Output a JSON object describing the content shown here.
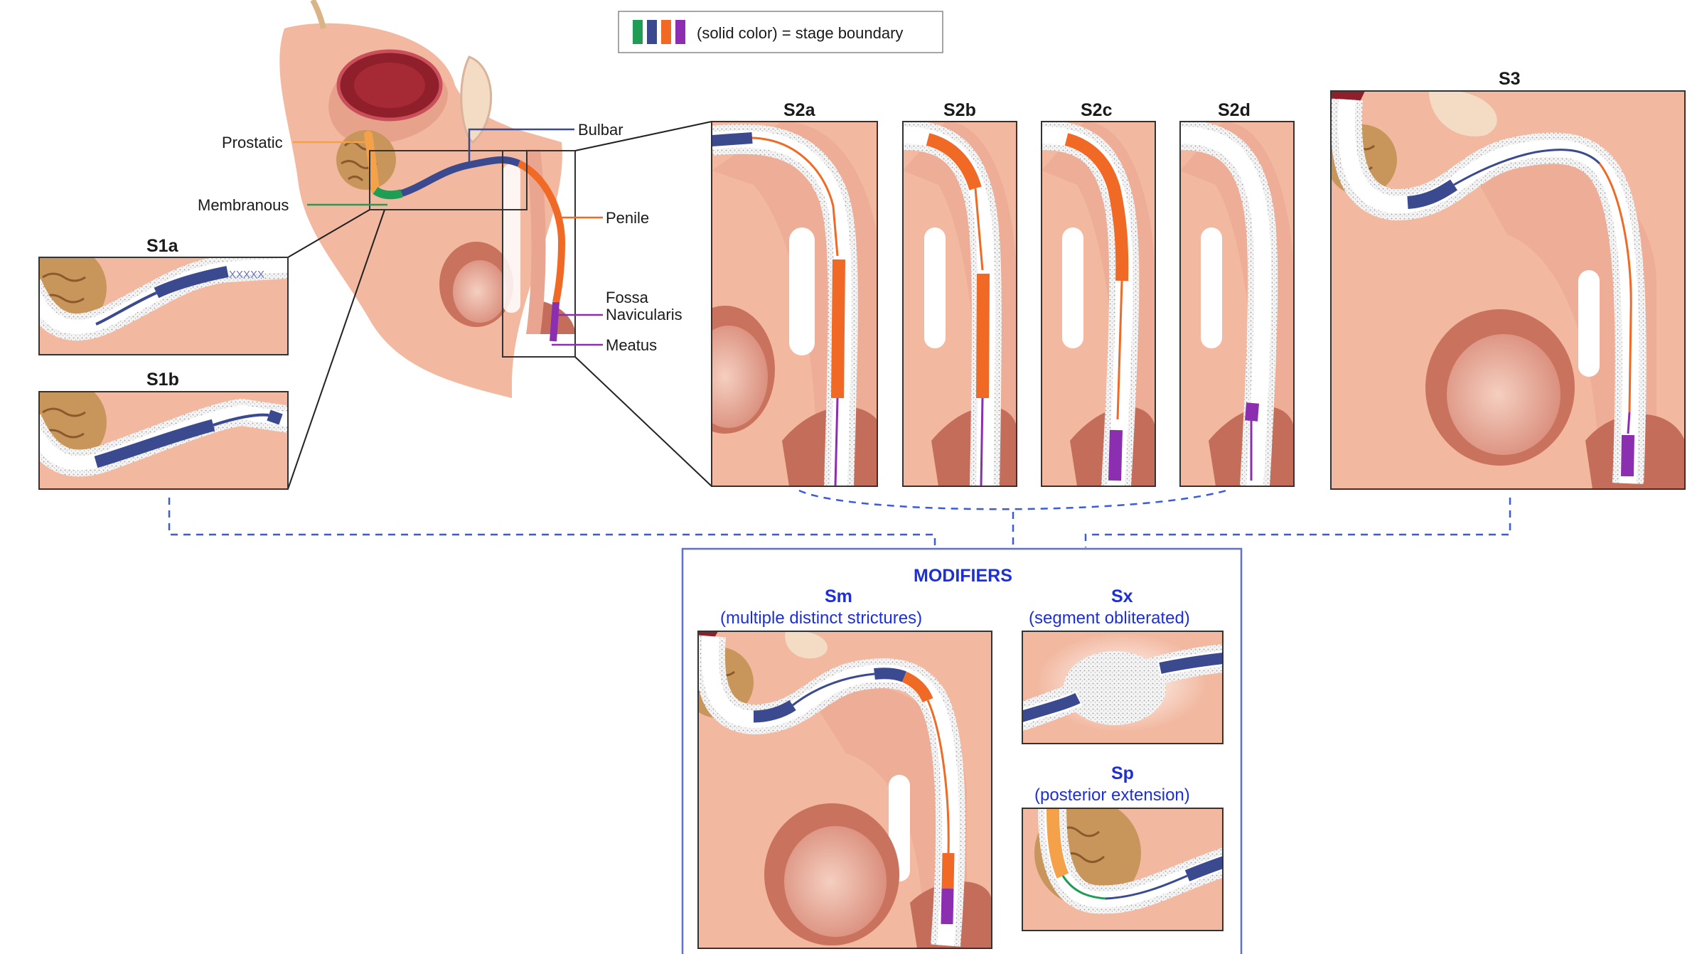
{
  "legend": {
    "text": "(solid color) = stage boundary",
    "swatches": [
      "#1f9d55",
      "#3b4a8f",
      "#f06a26",
      "#8b2fb0"
    ]
  },
  "anatomy_labels": {
    "prostatic": "Prostatic",
    "membranous": "Membranous",
    "bulbar": "Bulbar",
    "penile": "Penile",
    "fossa_line1": "Fossa",
    "fossa_line2": "Navicularis",
    "meatus": "Meatus"
  },
  "stages": {
    "s1a": "S1a",
    "s1b": "S1b",
    "s2a": "S2a",
    "s2b": "S2b",
    "s2c": "S2c",
    "s2d": "S2d",
    "s3": "S3"
  },
  "s1a_marker": "XXXXX",
  "modifiers": {
    "heading": "MODIFIERS",
    "sm": {
      "code": "Sm",
      "desc": "(multiple distinct strictures)"
    },
    "sx": {
      "code": "Sx",
      "desc": "(segment obliterated)"
    },
    "sp": {
      "code": "Sp",
      "desc": "(posterior extension)"
    }
  },
  "colors": {
    "skin": "#f2b8a0",
    "tissue_dark": "#d9907a",
    "bulbar": "#3b4a8f",
    "penile": "#f06a26",
    "prostatic": "#f5a14a",
    "membranous": "#1f9d55",
    "fossa": "#8b2fb0",
    "modifier_blue": "#1d2fd6"
  }
}
